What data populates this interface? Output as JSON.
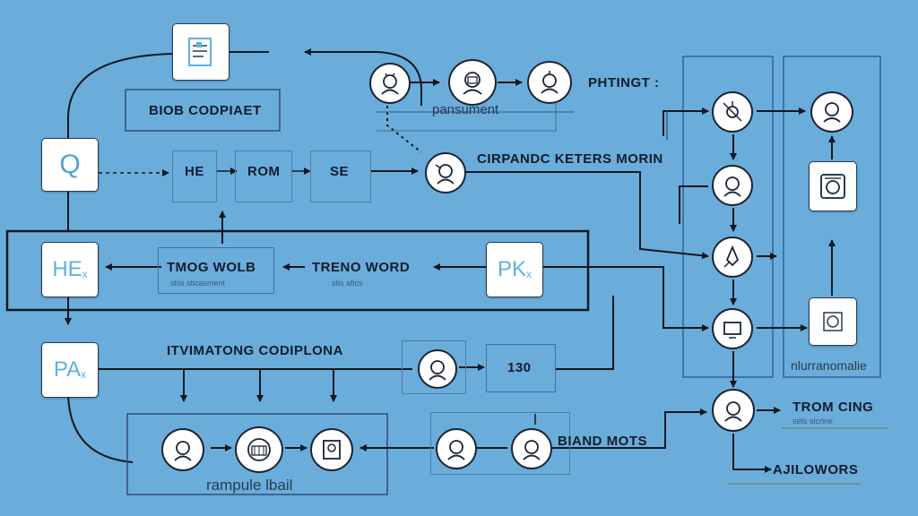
{
  "labels": {
    "biob": "BIOB CODPIAET",
    "pansument": "pansument",
    "phtingt": "PHTINGT :",
    "he": "HE",
    "rom": "ROM",
    "se": "SE",
    "cirpandc": "CIRPANDC KETERS MORIN",
    "tmog": "TMOG WOLB",
    "tmog_sub": "stiis sticasment",
    "treno": "TRENO WORD",
    "treno_sub": "stis afics",
    "itvimatong": "ITVIMATONG CODIPLONA",
    "n130": "130",
    "rampule": "rampule lbail",
    "biand": "BIAND MOTS",
    "trom": "TROM CING",
    "trom_sub": "sets sicrine",
    "ajilowors": "AJILOWORS",
    "nlurranomalie": "nlurranomalie"
  },
  "cards": {
    "q": "Q",
    "he": "HE",
    "he_sub": "x",
    "pk": "PK",
    "pk_sub": "x",
    "pa": "PA",
    "pa_sub": "x"
  },
  "colors": {
    "background": "#6aaddb",
    "line": "#14181f",
    "box_border": "#2f4e74",
    "panel_border": "#3f74ad",
    "card_letter": "#5fb0df"
  }
}
